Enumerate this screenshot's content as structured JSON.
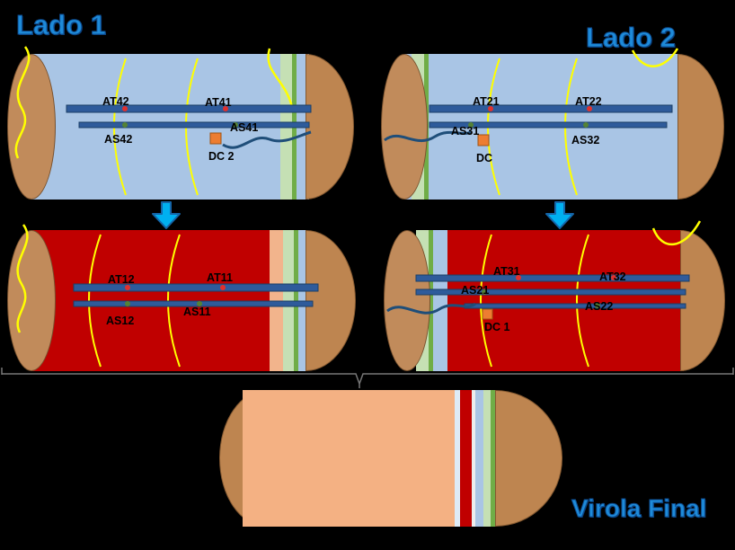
{
  "titles": {
    "lado1": "Lado 1",
    "lado2": "Lado 2",
    "virola_final": "Virola Final"
  },
  "colors": {
    "background": "#000000",
    "title_blue": "#1E8BD9",
    "virola_blue_body": "#A9C5E5",
    "virola_red_body": "#C00000",
    "virola_final_body": "#F4B183",
    "cap_tan": "#BE8550",
    "weld_green_light": "#C5E0B4",
    "weld_green_dark": "#70AD47",
    "sensor_bar_blue": "#2E5B9B",
    "cable_yellow": "#FFFF00",
    "cable_dark_blue": "#1F4E79",
    "dc_marker_orange": "#ED7D31",
    "arrow_blue": "#00B0F0",
    "at_dot_red": "#E0312E",
    "as_dot_green": "#548235"
  },
  "cylinders": {
    "top_left": {
      "sensors": {
        "at42": "AT42",
        "at41": "AT41",
        "as42": "AS42",
        "as41": "AS41",
        "dc2": "DC 2"
      }
    },
    "top_right": {
      "sensors": {
        "at21": "AT21",
        "at22": "AT22",
        "as31": "AS31",
        "as32": "AS32",
        "dc": "DC"
      }
    },
    "bottom_left": {
      "sensors": {
        "at12": "AT12",
        "at11": "AT11",
        "as12": "AS12",
        "as11": "AS11"
      }
    },
    "bottom_right": {
      "sensors": {
        "at31": "AT31",
        "at32": "AT32",
        "as21": "AS21",
        "as22": "AS22",
        "dc1": "DC 1"
      }
    }
  }
}
